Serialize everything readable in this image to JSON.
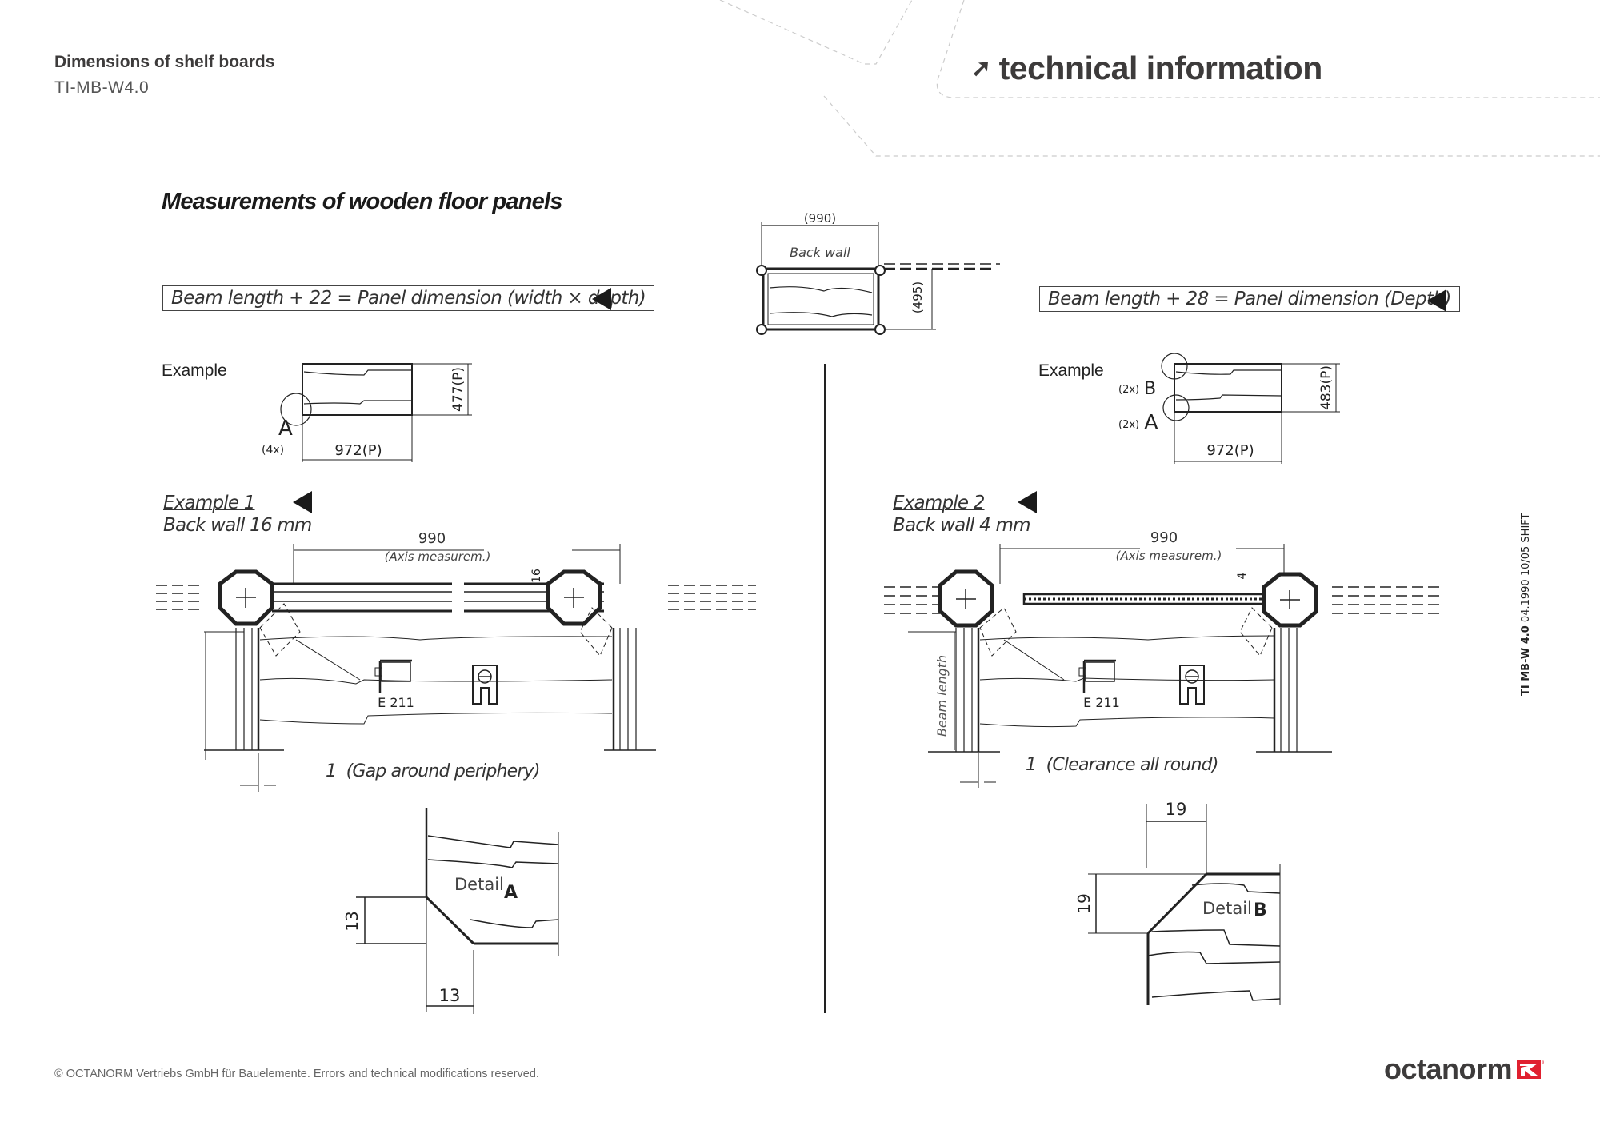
{
  "header": {
    "title": "Dimensions of shelf boards",
    "code": "TI-MB-W4.0",
    "section_label": "technical information",
    "section_icon": "arrow-up-right-icon"
  },
  "main": {
    "title": "Measurements of wooden floor panels",
    "left": {
      "formula": "Beam length + 22 = Panel dimension (width × depth)",
      "example_label": "Example",
      "example_drawing": {
        "depth": "477(P)",
        "width": "972(P)",
        "corner_label": "A",
        "corner_count": "(4x)"
      },
      "example_heading": "Example 1",
      "example_sub": "Back wall 16 mm",
      "axis_dim": "990",
      "axis_note": "(Axis measurem.)",
      "wall_thickness": "16",
      "part_label": "E 211",
      "gap_value": "1",
      "gap_note": "(Gap around periphery)",
      "detail": {
        "label": "Detail",
        "letter": "A",
        "vertical": "13",
        "horizontal": "13"
      }
    },
    "center": {
      "width": "(990)",
      "label": "Back wall",
      "depth": "(495)"
    },
    "right": {
      "formula": "Beam length + 28 = Panel dimension  (Depth)",
      "example_label": "Example",
      "example_drawing": {
        "depth": "483(P)",
        "width": "972(P)",
        "corner_b_label": "B",
        "corner_b_count": "(2x)",
        "corner_a_label": "A",
        "corner_a_count": "(2x)"
      },
      "example_heading": "Example 2",
      "example_sub": "Back wall 4 mm",
      "axis_dim": "990",
      "axis_note": "(Axis measurem.)",
      "wall_thickness": "4",
      "beam_label": "Beam length",
      "part_label": "E 211",
      "gap_value": "1",
      "gap_note": "(Clearance all round)",
      "detail": {
        "label": "Detail",
        "letter": "B",
        "vertical": "19",
        "horizontal": "19"
      }
    }
  },
  "side_note": {
    "bold": "TI MB-W 4.0",
    "rest": " 04.1990 10/05 SHIFT"
  },
  "footer": {
    "copyright": "© OCTANORM Vertriebs GmbH für Bauelemente. Errors and technical modifications reserved.",
    "brand": "octanorm",
    "brand_color": "#e0202f"
  }
}
